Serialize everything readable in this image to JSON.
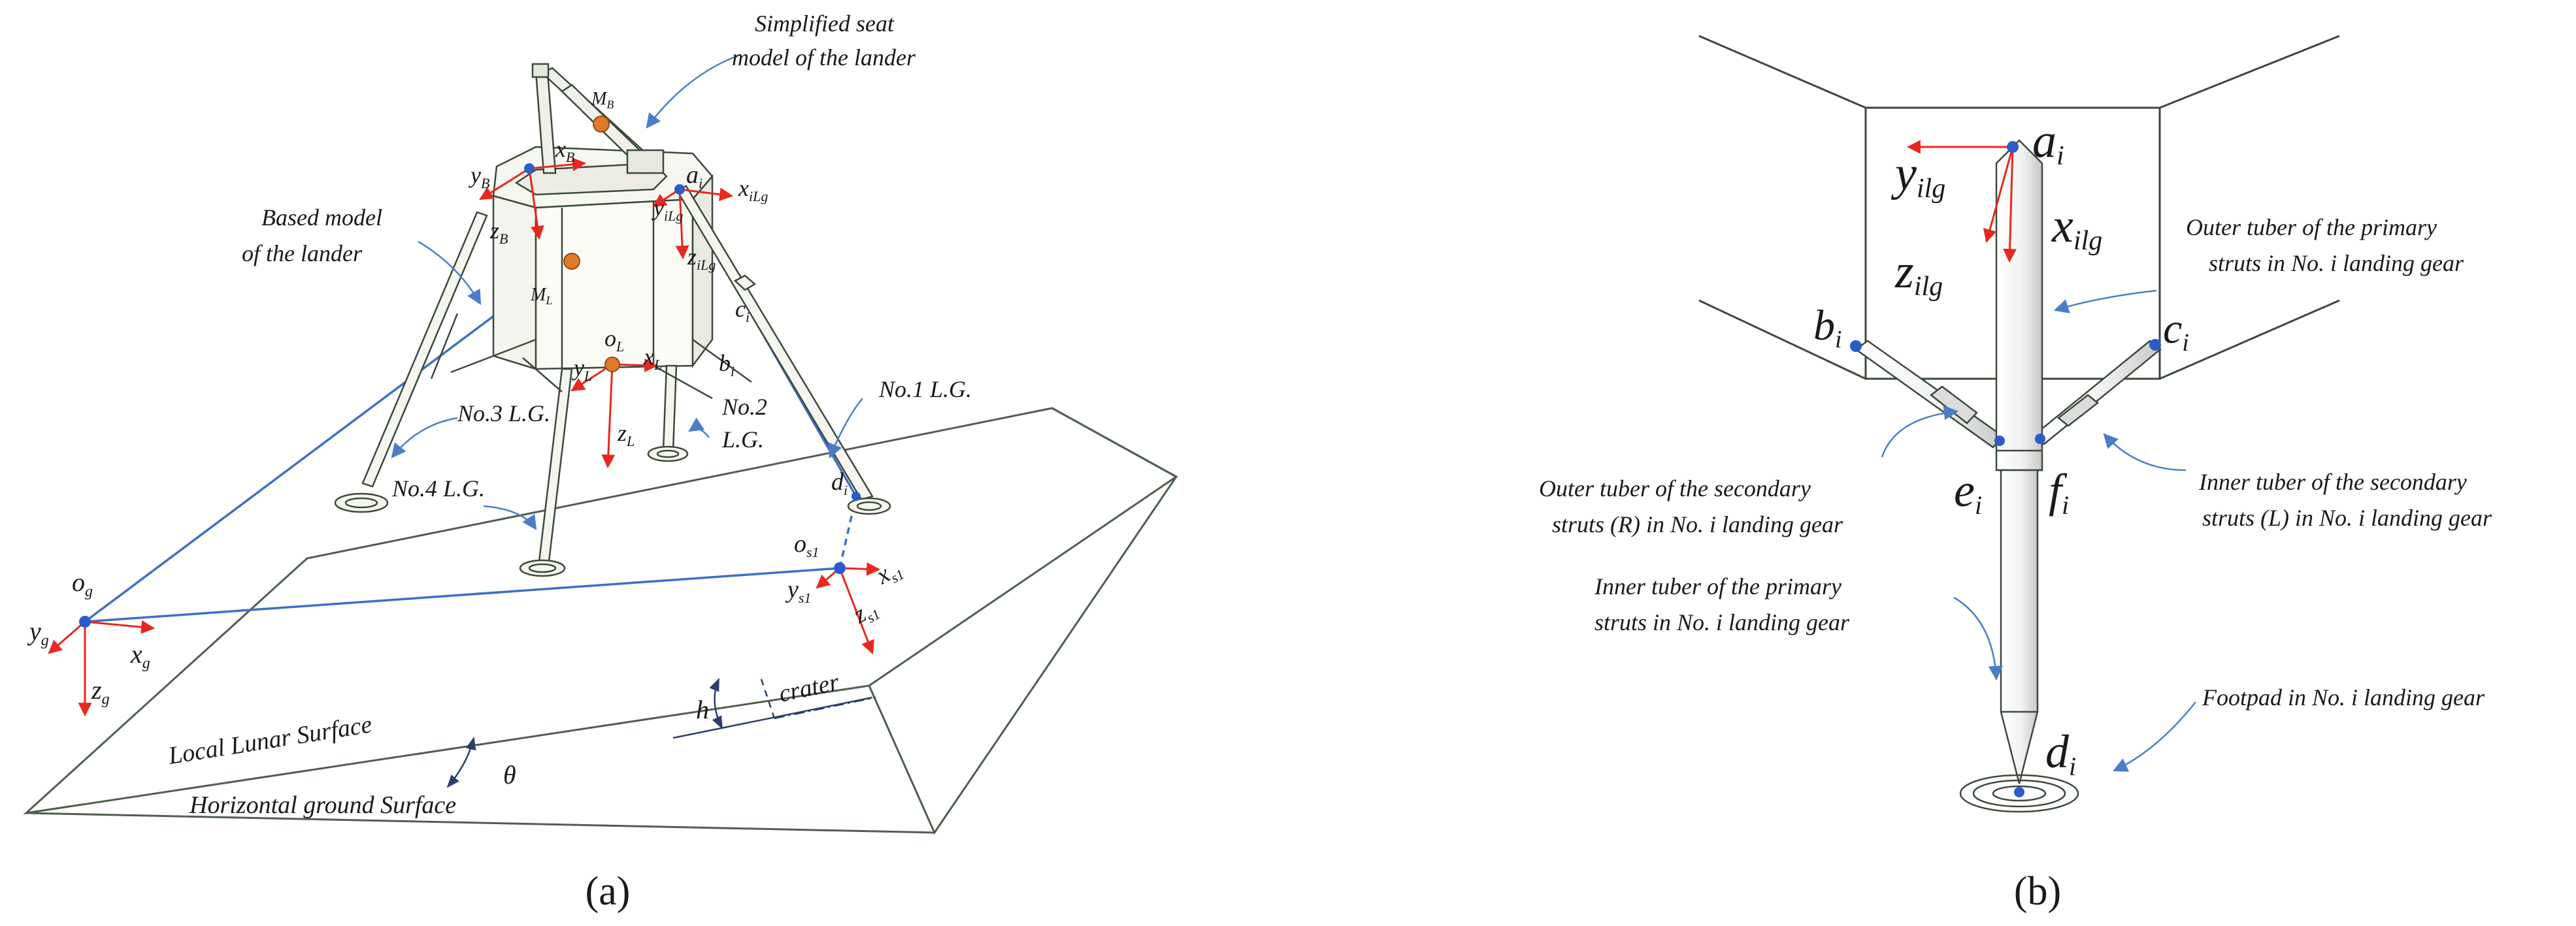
{
  "colors": {
    "outline": "#3a4a3a",
    "surface": "#4d5f4d",
    "axis_red": "#e8281e",
    "link_blue": "#3f6fc4",
    "point_blue": "#2a5cc8",
    "mass_orange": "#e07a2a",
    "text": "#1a1a1a",
    "callout": "#4a7fc8"
  },
  "panel_a": {
    "caption": "(a)",
    "annotations": {
      "seat_model": [
        "Simplified seat",
        "model of the lander"
      ],
      "based_model": [
        "Based model",
        "of the lander"
      ],
      "lg1": "No.1 L.G.",
      "lg2": [
        "No.2",
        "L.G."
      ],
      "lg3": "No.3 L.G.",
      "lg4": "No.4 L.G.",
      "lunar_surface": "Local Lunar Surface",
      "ground_surface": "Horizontal ground Surface",
      "crater": "crater",
      "theta": "θ",
      "h": "h"
    },
    "frame_labels": {
      "mb": {
        "main": "M",
        "sub": "B"
      },
      "ml": {
        "main": "M",
        "sub": "L"
      },
      "yb": {
        "main": "y",
        "sub": "B"
      },
      "xb": {
        "main": "x",
        "sub": "B"
      },
      "zb": {
        "main": "z",
        "sub": "B"
      },
      "ai": {
        "main": "a",
        "sub": "i"
      },
      "yilg": {
        "main": "y",
        "sub": "iLg"
      },
      "xilg": {
        "main": "x",
        "sub": "iLg"
      },
      "zilg": {
        "main": "z",
        "sub": "iLg"
      },
      "ci": {
        "main": "c",
        "sub": "i"
      },
      "bi": {
        "main": "b",
        "sub": "i"
      },
      "ol": {
        "main": "o",
        "sub": "L"
      },
      "yl": {
        "main": "y",
        "sub": "L"
      },
      "xl": {
        "main": "x",
        "sub": "L"
      },
      "zl": {
        "main": "z",
        "sub": "L"
      },
      "di": {
        "main": "d",
        "sub": "i"
      },
      "og": {
        "main": "o",
        "sub": "g"
      },
      "yg": {
        "main": "y",
        "sub": "g"
      },
      "xg": {
        "main": "x",
        "sub": "g"
      },
      "zg": {
        "main": "z",
        "sub": "g"
      },
      "os1": {
        "main": "o",
        "sub": "s1"
      },
      "ys1": {
        "main": "y",
        "sub": "s1"
      },
      "xs1": {
        "main": "x",
        "sub": "s1"
      },
      "zs1": {
        "main": "z",
        "sub": "s1"
      }
    }
  },
  "panel_b": {
    "caption": "(b)",
    "points": {
      "ai": {
        "main": "a",
        "sub": "i"
      },
      "bi": {
        "main": "b",
        "sub": "i"
      },
      "ci": {
        "main": "c",
        "sub": "i"
      },
      "ei": {
        "main": "e",
        "sub": "i"
      },
      "fi": {
        "main": "f",
        "sub": "i"
      },
      "di": {
        "main": "d",
        "sub": "i"
      }
    },
    "axes": {
      "y": {
        "main": "y",
        "sub": "ilg"
      },
      "x": {
        "main": "x",
        "sub": "ilg"
      },
      "z": {
        "main": "z",
        "sub": "ilg"
      }
    },
    "callouts": {
      "outer_primary": [
        "Outer tuber of  the primary",
        "struts in No. i landing gear"
      ],
      "outer_secondary": [
        "Outer tuber of  the secondary",
        "struts  (R)  in No. i landing gear"
      ],
      "inner_secondary": [
        "Inner tuber of  the secondary",
        "struts (L)  in No. i landing gear"
      ],
      "inner_primary": [
        "Inner tuber of  the primary",
        "struts in No. i landing gear"
      ],
      "footpad": "Footpad in No. i landing gear"
    }
  }
}
